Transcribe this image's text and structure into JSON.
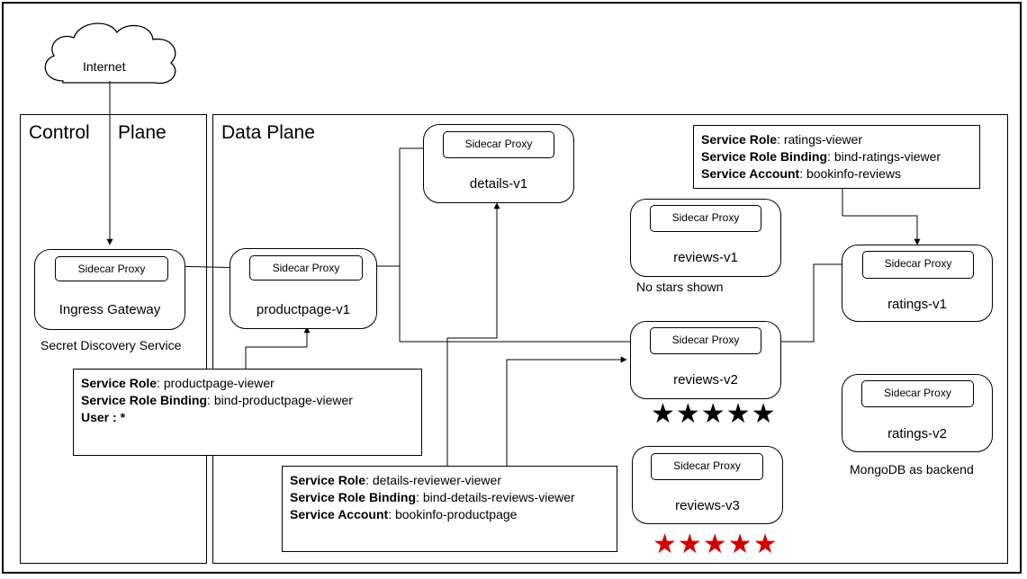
{
  "cloud": {
    "label": "Internet"
  },
  "panels": {
    "control": {
      "title_left": "Control",
      "title_right": "Plane"
    },
    "data": {
      "title": "Data Plane"
    }
  },
  "proxy_label": "Sidecar Proxy",
  "services": {
    "ingress": {
      "label": "Ingress Gateway",
      "caption": "Secret Discovery Service"
    },
    "productpage": {
      "label": "productpage-v1"
    },
    "details": {
      "label": "details-v1"
    },
    "reviews_v1": {
      "label": "reviews-v1",
      "caption": "No stars shown"
    },
    "reviews_v2": {
      "label": "reviews-v2",
      "stars": "★★★★★",
      "star_color": "#000000"
    },
    "reviews_v3": {
      "label": "reviews-v3",
      "stars": "★★★★★",
      "star_color": "#d40000"
    },
    "ratings_v1": {
      "label": "ratings-v1"
    },
    "ratings_v2": {
      "label": "ratings-v2",
      "caption": "MongoDB as backend"
    }
  },
  "policies": {
    "productpage": [
      {
        "key": "Service Role",
        "sep": ": ",
        "value": "productpage-viewer"
      },
      {
        "key": "Service Role Binding",
        "sep": ": ",
        "value": "bind-productpage-viewer"
      },
      {
        "key": "User",
        "sep": " : ",
        "value": "*"
      }
    ],
    "details": [
      {
        "key": "Service Role",
        "sep": ": ",
        "value": "details-reviewer-viewer"
      },
      {
        "key": "Service Role Binding",
        "sep": ": ",
        "value": "bind-details-reviews-viewer"
      },
      {
        "key": "Service Account",
        "sep": ": ",
        "value": "bookinfo-productpage"
      }
    ],
    "ratings": [
      {
        "key": "Service Role",
        "sep": ": ",
        "value": "ratings-viewer"
      },
      {
        "key": "Service Role Binding",
        "sep": ": ",
        "value": "bind-ratings-viewer"
      },
      {
        "key": "Service Account",
        "sep": ": ",
        "value": "bookinfo-reviews"
      }
    ]
  }
}
